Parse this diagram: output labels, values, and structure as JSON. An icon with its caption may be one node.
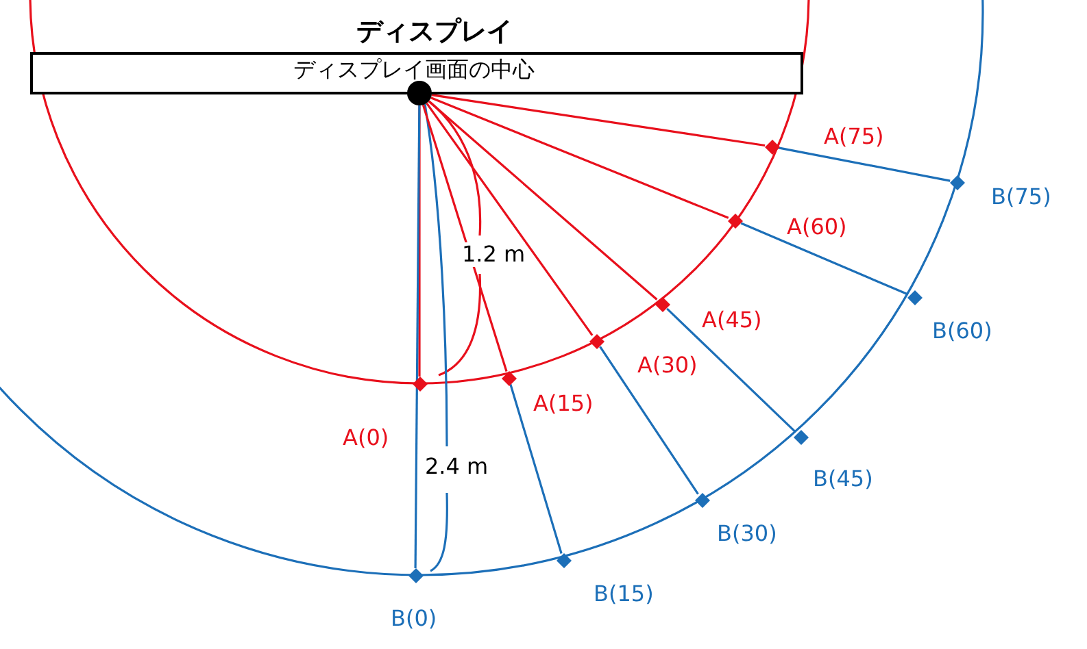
{
  "diagram": {
    "nodes": [
      {
        "text": [
          "ディスプレイ",
          "ディスプレイ画面の中心"
        ]
      },
      {
        "text": [],
        "shape": "circle"
      },
      {
        "text": [],
        "shape": "diamond",
        "beside": [
          "A(0)"
        ]
      },
      {
        "text": [],
        "shape": "diamond",
        "beside": [
          "A(15)"
        ]
      },
      {
        "text": [],
        "shape": "diamond",
        "beside": [
          "A(30)"
        ]
      },
      {
        "text": [],
        "shape": "diamond",
        "beside": [
          "A(45)"
        ]
      },
      {
        "text": [],
        "shape": "diamond",
        "beside": [
          "A(60)"
        ]
      },
      {
        "text": [],
        "shape": "diamond",
        "beside": [
          "A(75)"
        ]
      },
      {
        "text": [],
        "shape": "diamond",
        "beside": [
          "B(0)"
        ]
      },
      {
        "text": [],
        "shape": "diamond",
        "beside": [
          "B(15)"
        ]
      },
      {
        "text": [],
        "shape": "diamond",
        "beside": [
          "B(30)"
        ]
      },
      {
        "text": [],
        "shape": "diamond",
        "beside": [
          "B(45)"
        ]
      },
      {
        "text": [],
        "shape": "diamond",
        "beside": [
          "B(60)"
        ]
      },
      {
        "text": [],
        "shape": "diamond",
        "beside": [
          "B(75)"
        ]
      }
    ],
    "edges": [
      {
        "from": 1,
        "to": 2,
        "arrow": "none",
        "color": "#e8101c"
      },
      {
        "from": 1,
        "to": 3,
        "arrow": "none",
        "color": "#e8101c"
      },
      {
        "from": 1,
        "to": 4,
        "arrow": "none",
        "color": "#e8101c"
      },
      {
        "from": 1,
        "to": 5,
        "arrow": "none",
        "color": "#e8101c"
      },
      {
        "from": 1,
        "to": 6,
        "arrow": "none",
        "color": "#e8101c"
      },
      {
        "from": 1,
        "to": 7,
        "arrow": "none",
        "color": "#e8101c"
      },
      {
        "from": 1,
        "to": 8,
        "arrow": "none",
        "color": "#1c6fb8"
      },
      {
        "from": 3,
        "to": 9,
        "arrow": "none",
        "color": "#1c6fb8"
      },
      {
        "from": 4,
        "to": 10,
        "arrow": "none",
        "color": "#1c6fb8"
      },
      {
        "from": 5,
        "to": 11,
        "arrow": "none",
        "color": "#1c6fb8"
      },
      {
        "from": 6,
        "to": 12,
        "arrow": "none",
        "color": "#1c6fb8"
      },
      {
        "from": 7,
        "to": 13,
        "arrow": "none",
        "color": "#1c6fb8"
      }
    ],
    "labels": [
      "1.2 m",
      "2.4 m"
    ]
  }
}
